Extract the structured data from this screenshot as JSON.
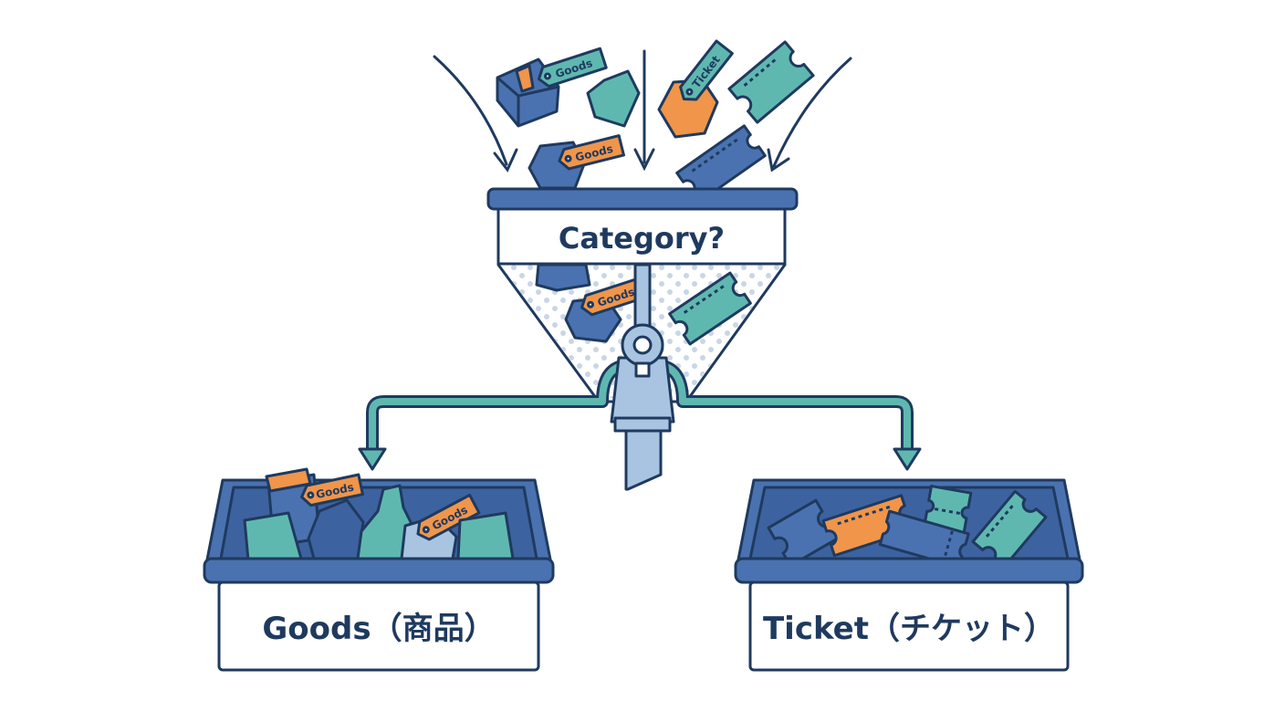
{
  "funnel": {
    "label": "Category?"
  },
  "tags": {
    "goods": "Goods",
    "ticket": "Ticket"
  },
  "bins": [
    {
      "id": "goods",
      "label": "Goods（商品）"
    },
    {
      "id": "ticket",
      "label": "Ticket（チケット）"
    }
  ],
  "colors": {
    "navy": "#1f3a5f",
    "blue": "#4a72b0",
    "teal": "#5fb8b0",
    "orange": "#f0954a",
    "light_blue": "#a8c4e0"
  }
}
